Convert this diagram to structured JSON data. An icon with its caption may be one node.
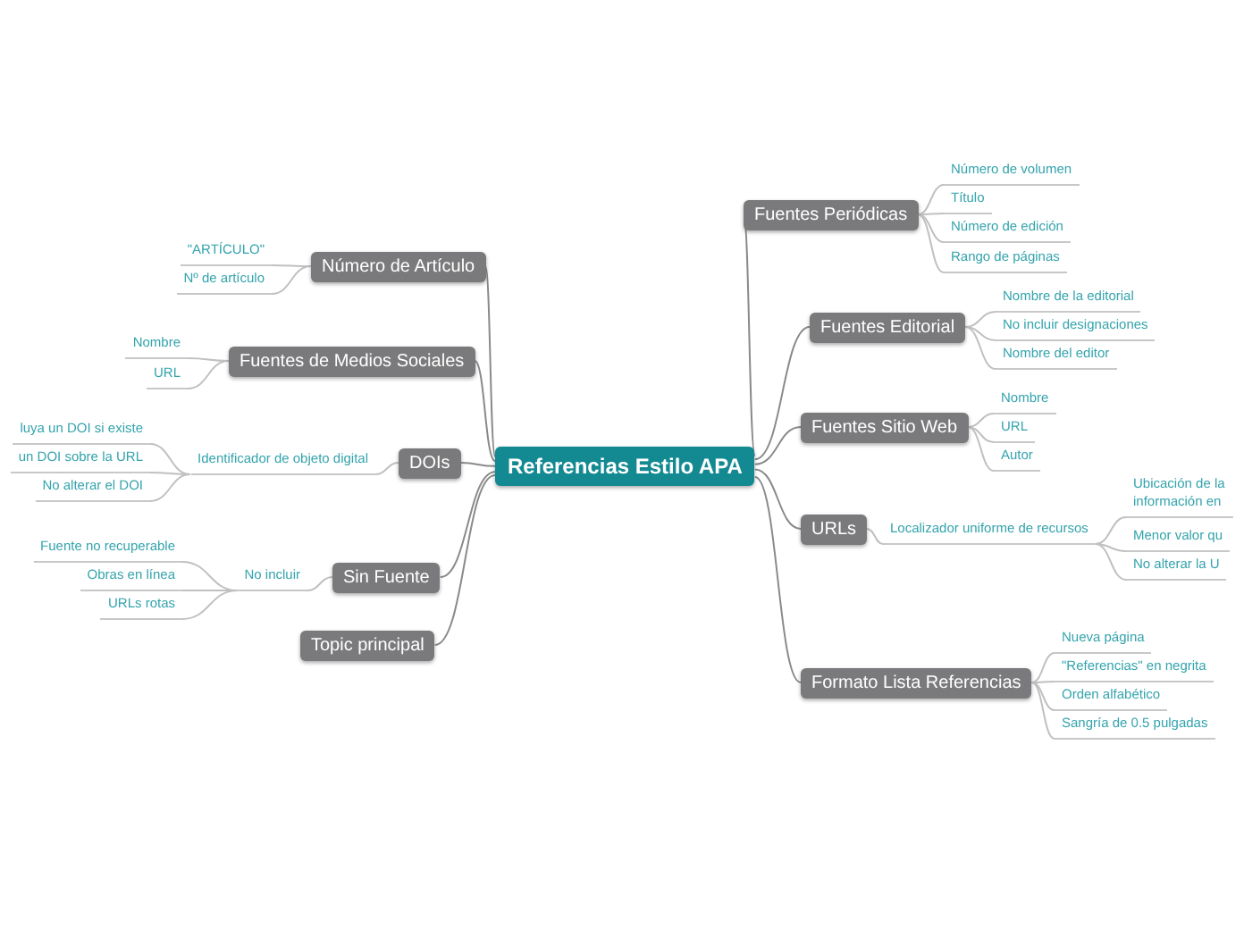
{
  "diagram": {
    "nodes": [
      {
        "text": [
          "Referencias Estilo APA"
        ]
      },
      {
        "text": [
          "Número de Artículo"
        ]
      },
      {
        "text": [
          "Fuentes de Medios Sociales"
        ]
      },
      {
        "text": [
          "DOIs"
        ]
      },
      {
        "text": [
          "Sin Fuente"
        ]
      },
      {
        "text": [
          "Topic principal"
        ]
      },
      {
        "text": [
          "Fuentes Periódicas"
        ]
      },
      {
        "text": [
          "Fuentes Editorial"
        ]
      },
      {
        "text": [
          "Fuentes Sitio Web"
        ]
      },
      {
        "text": [
          "URLs"
        ]
      },
      {
        "text": [
          "Formato Lista Referencias"
        ]
      },
      {
        "text": [
          "\"ARTÍCULO\""
        ]
      },
      {
        "text": [
          "Nº de artículo"
        ]
      },
      {
        "text": [
          "Nombre"
        ]
      },
      {
        "text": [
          "URL"
        ]
      },
      {
        "text": [
          "Identificador de objeto digital"
        ]
      },
      {
        "text": [
          "luya un DOI si existe"
        ]
      },
      {
        "text": [
          "un DOI sobre la URL"
        ]
      },
      {
        "text": [
          "No alterar el DOI"
        ]
      },
      {
        "text": [
          "No incluir"
        ]
      },
      {
        "text": [
          "Fuente no recuperable"
        ]
      },
      {
        "text": [
          "Obras en línea"
        ]
      },
      {
        "text": [
          "URLs rotas"
        ]
      },
      {
        "text": [
          "Número de volumen"
        ]
      },
      {
        "text": [
          "Título"
        ]
      },
      {
        "text": [
          "Número de edición"
        ]
      },
      {
        "text": [
          "Rango de páginas"
        ]
      },
      {
        "text": [
          "Nombre de la editorial"
        ]
      },
      {
        "text": [
          "No incluir designaciones"
        ]
      },
      {
        "text": [
          "Nombre del editor"
        ]
      },
      {
        "text": [
          "Nombre"
        ]
      },
      {
        "text": [
          "URL"
        ]
      },
      {
        "text": [
          "Autor"
        ]
      },
      {
        "text": [
          "Localizador uniforme de recursos"
        ]
      },
      {
        "text": [
          "Ubicación de la información en"
        ]
      },
      {
        "text": [
          "Menor valor qu"
        ]
      },
      {
        "text": [
          "No alterar la U"
        ]
      },
      {
        "text": [
          "Nueva página"
        ]
      },
      {
        "text": [
          "\"Referencias\" en negrita"
        ]
      },
      {
        "text": [
          "Orden alfabético"
        ]
      },
      {
        "text": [
          "Sangría de 0.5 pulgadas"
        ]
      }
    ],
    "edges": [
      {
        "from": 0,
        "to": 1,
        "arrow": "none"
      },
      {
        "from": 0,
        "to": 2,
        "arrow": "none"
      },
      {
        "from": 0,
        "to": 3,
        "arrow": "none"
      },
      {
        "from": 0,
        "to": 4,
        "arrow": "none"
      },
      {
        "from": 0,
        "to": 5,
        "arrow": "none"
      },
      {
        "from": 0,
        "to": 6,
        "arrow": "none"
      },
      {
        "from": 0,
        "to": 7,
        "arrow": "none"
      },
      {
        "from": 0,
        "to": 8,
        "arrow": "none"
      },
      {
        "from": 0,
        "to": 9,
        "arrow": "none"
      },
      {
        "from": 0,
        "to": 10,
        "arrow": "none"
      },
      {
        "from": 1,
        "to": 11,
        "arrow": "none"
      },
      {
        "from": 1,
        "to": 12,
        "arrow": "none"
      },
      {
        "from": 2,
        "to": 13,
        "arrow": "none"
      },
      {
        "from": 2,
        "to": 14,
        "arrow": "none"
      },
      {
        "from": 3,
        "to": 15,
        "arrow": "none"
      },
      {
        "from": 15,
        "to": 16,
        "arrow": "none"
      },
      {
        "from": 15,
        "to": 17,
        "arrow": "none"
      },
      {
        "from": 15,
        "to": 18,
        "arrow": "none"
      },
      {
        "from": 4,
        "to": 19,
        "arrow": "none"
      },
      {
        "from": 19,
        "to": 20,
        "arrow": "none"
      },
      {
        "from": 19,
        "to": 21,
        "arrow": "none"
      },
      {
        "from": 19,
        "to": 22,
        "arrow": "none"
      },
      {
        "from": 6,
        "to": 23,
        "arrow": "none"
      },
      {
        "from": 6,
        "to": 24,
        "arrow": "none"
      },
      {
        "from": 6,
        "to": 25,
        "arrow": "none"
      },
      {
        "from": 6,
        "to": 26,
        "arrow": "none"
      },
      {
        "from": 7,
        "to": 27,
        "arrow": "none"
      },
      {
        "from": 7,
        "to": 28,
        "arrow": "none"
      },
      {
        "from": 7,
        "to": 29,
        "arrow": "none"
      },
      {
        "from": 8,
        "to": 30,
        "arrow": "none"
      },
      {
        "from": 8,
        "to": 31,
        "arrow": "none"
      },
      {
        "from": 8,
        "to": 32,
        "arrow": "none"
      },
      {
        "from": 9,
        "to": 33,
        "arrow": "none"
      },
      {
        "from": 33,
        "to": 34,
        "arrow": "none"
      },
      {
        "from": 33,
        "to": 35,
        "arrow": "none"
      },
      {
        "from": 33,
        "to": 36,
        "arrow": "none"
      },
      {
        "from": 10,
        "to": 37,
        "arrow": "none"
      },
      {
        "from": 10,
        "to": 38,
        "arrow": "none"
      },
      {
        "from": 10,
        "to": 39,
        "arrow": "none"
      },
      {
        "from": 10,
        "to": 40,
        "arrow": "none"
      }
    ]
  }
}
